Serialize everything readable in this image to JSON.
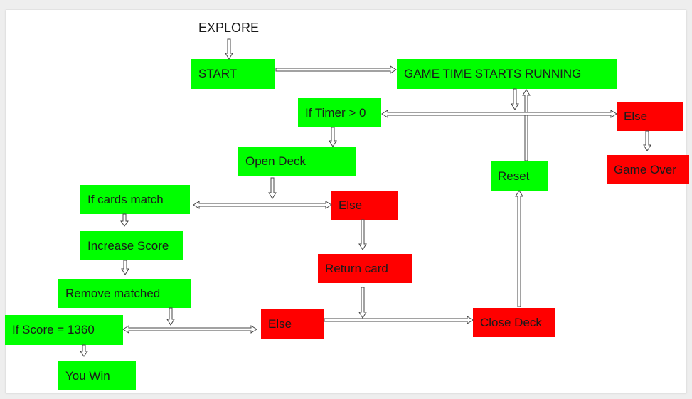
{
  "diagram": {
    "title": "EXPLORE",
    "nodes": {
      "start": "START",
      "game_time": "GAME TIME STARTS RUNNING",
      "if_timer": "If Timer > 0",
      "else_timer": "Else",
      "game_over": "Game Over",
      "open_deck": "Open Deck",
      "reset": "Reset",
      "if_cards_match": "If cards match",
      "else_cards": "Else",
      "increase_score": "Increase Score",
      "return_card": "Return card",
      "remove_matched": "Remove matched",
      "if_score": "If Score = 1360",
      "else_score": "Else",
      "close_deck": "Close Deck",
      "you_win": "You Win"
    },
    "colors": {
      "condition_true": "#00ff00",
      "condition_false": "#ff0000"
    }
  }
}
